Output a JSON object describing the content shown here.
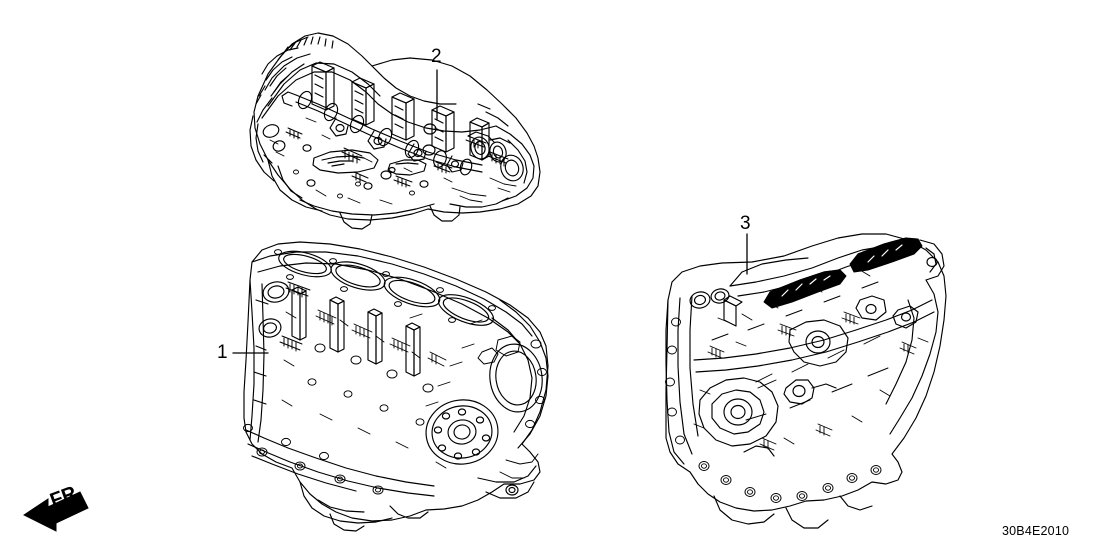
{
  "diagram": {
    "part_number": "30B4E2010",
    "orientation_marker": {
      "label": "FR.",
      "icon": "left-arrow",
      "meaning": "front direction arrow"
    },
    "background_color": "#ffffff",
    "line_color": "#000000",
    "callouts": [
      {
        "number": "1",
        "component": "engine-block-assembly"
      },
      {
        "number": "2",
        "component": "cylinder-head-assembly"
      },
      {
        "number": "3",
        "component": "transmission-assembly"
      }
    ],
    "components": [
      {
        "id": "cylinder-head",
        "callout": "2"
      },
      {
        "id": "engine-block",
        "callout": "1"
      },
      {
        "id": "transmission",
        "callout": "3"
      }
    ]
  }
}
